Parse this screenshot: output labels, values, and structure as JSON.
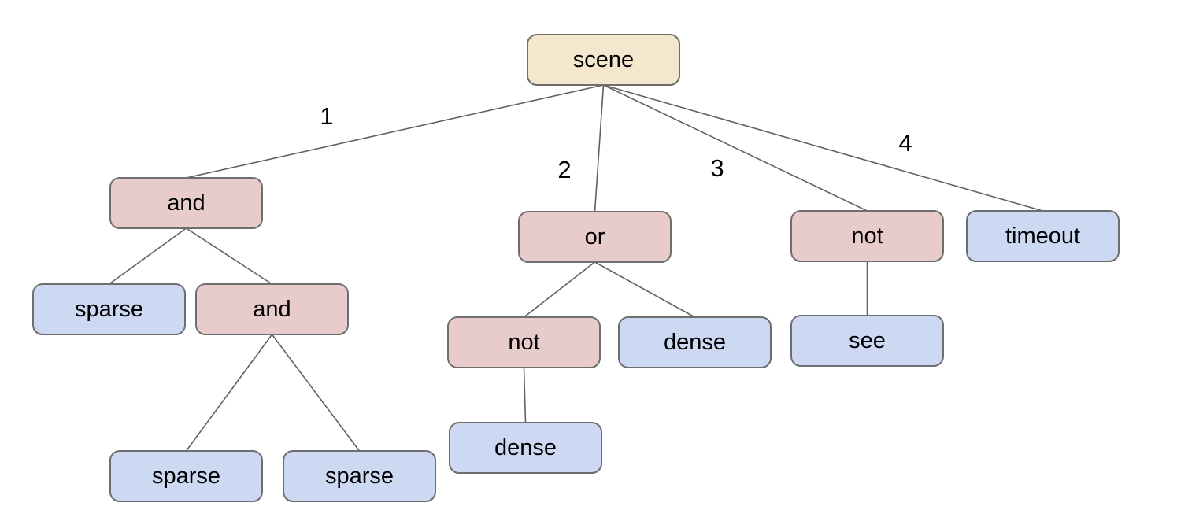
{
  "diagram": {
    "type": "tree",
    "root": "scene",
    "nodes": [
      {
        "id": "scene",
        "label": "scene",
        "type": "root"
      },
      {
        "id": "and-1",
        "label": "and",
        "type": "operator"
      },
      {
        "id": "or-1",
        "label": "or",
        "type": "operator"
      },
      {
        "id": "not-1",
        "label": "not",
        "type": "operator"
      },
      {
        "id": "timeout-1",
        "label": "timeout",
        "type": "leaf"
      },
      {
        "id": "sparse-1",
        "label": "sparse",
        "type": "leaf"
      },
      {
        "id": "and-2",
        "label": "and",
        "type": "operator"
      },
      {
        "id": "not-2",
        "label": "not",
        "type": "operator"
      },
      {
        "id": "dense-1",
        "label": "dense",
        "type": "leaf"
      },
      {
        "id": "see-1",
        "label": "see",
        "type": "leaf"
      },
      {
        "id": "sparse-2",
        "label": "sparse",
        "type": "leaf"
      },
      {
        "id": "sparse-3",
        "label": "sparse",
        "type": "leaf"
      },
      {
        "id": "dense-2",
        "label": "dense",
        "type": "leaf"
      }
    ],
    "edges": [
      {
        "from": "scene",
        "to": "and-1",
        "label": "1"
      },
      {
        "from": "scene",
        "to": "or-1",
        "label": "2"
      },
      {
        "from": "scene",
        "to": "not-1",
        "label": "3"
      },
      {
        "from": "scene",
        "to": "timeout-1",
        "label": "4"
      },
      {
        "from": "and-1",
        "to": "sparse-1",
        "label": ""
      },
      {
        "from": "and-1",
        "to": "and-2",
        "label": ""
      },
      {
        "from": "and-2",
        "to": "sparse-2",
        "label": ""
      },
      {
        "from": "and-2",
        "to": "sparse-3",
        "label": ""
      },
      {
        "from": "or-1",
        "to": "not-2",
        "label": ""
      },
      {
        "from": "or-1",
        "to": "dense-1",
        "label": ""
      },
      {
        "from": "not-2",
        "to": "dense-2",
        "label": ""
      },
      {
        "from": "not-1",
        "to": "see-1",
        "label": ""
      }
    ],
    "colors": {
      "root_fill": "#f5e7cd",
      "operator_fill": "#e8cccb",
      "leaf_fill": "#cdd9f3",
      "node_border": "#6e6e6e",
      "edge_line": "#616161",
      "text": "#000000",
      "background": "#ffffff"
    }
  }
}
